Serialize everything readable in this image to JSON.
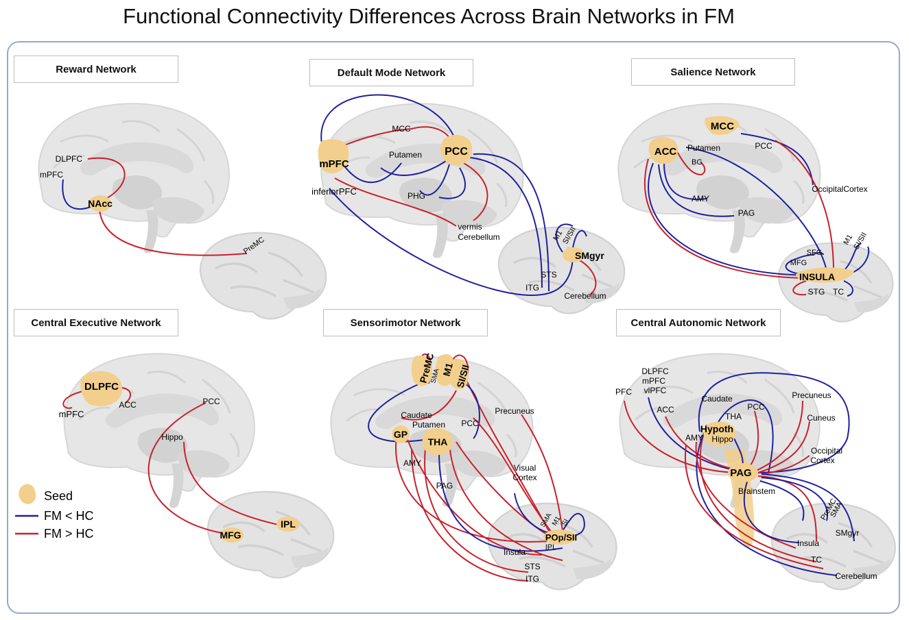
{
  "title": "Functional Connectivity Differences Across Brain Networks in FM",
  "colors": {
    "fm_less_hc": "#1f1fa0",
    "fm_greater_hc": "#c8202a",
    "seed": "#f2cf8c",
    "brain": "#e6e6e6",
    "frame": "#9aa6cf"
  },
  "legend": {
    "seed": "Seed",
    "blue": "FM < HC",
    "red": "FM > HC"
  },
  "panels": {
    "reward": {
      "title": "Reward Network",
      "seeds": [
        "NAcc"
      ],
      "labels": [
        "DLPFC",
        "mPFC",
        "PreMC"
      ]
    },
    "dmn": {
      "title": "Default Mode Network",
      "seeds": [
        "mPFC",
        "PCC",
        "SMgyr"
      ],
      "labels": [
        "MCC",
        "Putamen",
        "inferiorPFC",
        "PHG",
        "vermis",
        "Cerebellum",
        "M1",
        "SI/SII",
        "STS",
        "ITG",
        "Cerebellum"
      ]
    },
    "salience": {
      "title": "Salience Network",
      "seeds": [
        "ACC",
        "MCC",
        "INSULA"
      ],
      "labels": [
        "Putamen",
        "BG",
        "PCC",
        "AMY",
        "PAG",
        "OccipitalCortex",
        "SFG",
        "MFG",
        "M1",
        "SI/SII",
        "STG",
        "TC"
      ]
    },
    "cen": {
      "title": "Central Executive Network",
      "seeds": [
        "DLPFC",
        "MFG",
        "IPL"
      ],
      "labels": [
        "mPFC",
        "ACC",
        "PCC",
        "Hippo"
      ]
    },
    "smn": {
      "title": "Sensorimotor Network",
      "seeds": [
        "PreMC",
        "M1",
        "SI/SII",
        "GP",
        "THA",
        "POp/SII"
      ],
      "labels": [
        "SMA",
        "Caudate",
        "Putamen",
        "PCC",
        "Precuneus",
        "AMY",
        "PAG",
        "Visual",
        "Cortex",
        "SMA",
        "M1",
        "SI",
        "Insula",
        "IPL",
        "STS",
        "ITG"
      ]
    },
    "can": {
      "title": "Central Autonomic  Network",
      "seeds": [
        "Hypoth",
        "PAG"
      ],
      "labels": [
        "DLPFC",
        "mPFC",
        "vlPFC",
        "PFC",
        "ACC",
        "Caudate",
        "THA",
        "PCC",
        "Precuneus",
        "Cuneus",
        "AMY",
        "Hippo",
        "Occipital",
        "Cortex",
        "Brainstem",
        "PreMC",
        "SMA",
        "SMgyr",
        "Insula",
        "TC",
        "Cerebellum"
      ]
    }
  }
}
